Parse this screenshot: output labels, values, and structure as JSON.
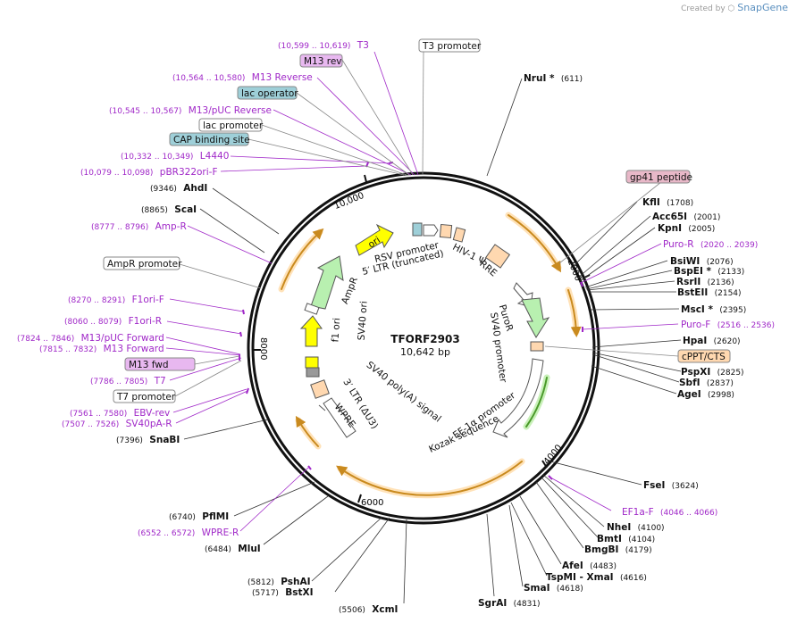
{
  "credit": {
    "prefix": "Created by",
    "brand": "SnapGene"
  },
  "plasmid": {
    "name": "TFORF2903",
    "length": "10,642 bp"
  },
  "colors": {
    "primer": "#a028c8",
    "enzyme_line": "#333333",
    "feature_orange": "#e8a33a",
    "feature_green": "#b8f0b0",
    "feature_yellow": "#ffff00",
    "box_m13": "#e8b8f0",
    "box_lac": "#9ecfd8",
    "box_gp41": "#e8b8c8",
    "box_cppt": "#ffd8b0"
  },
  "ticks": [
    "10,000",
    "2000",
    "4000",
    "6000",
    "8000"
  ],
  "enzymes": [
    {
      "name": "NruI *",
      "pos": "(611)"
    },
    {
      "name": "KflI",
      "pos": "(1708)"
    },
    {
      "name": "Acc65I",
      "pos": "(2001)"
    },
    {
      "name": "KpnI",
      "pos": "(2005)"
    },
    {
      "name": "BsiWI",
      "pos": "(2076)"
    },
    {
      "name": "BspEI *",
      "pos": "(2133)"
    },
    {
      "name": "RsrII",
      "pos": "(2136)"
    },
    {
      "name": "BstEII",
      "pos": "(2154)"
    },
    {
      "name": "MscI *",
      "pos": "(2395)"
    },
    {
      "name": "HpaI",
      "pos": "(2620)"
    },
    {
      "name": "PspXI",
      "pos": "(2825)"
    },
    {
      "name": "SbfI",
      "pos": "(2837)"
    },
    {
      "name": "AgeI",
      "pos": "(2998)"
    },
    {
      "name": "FseI",
      "pos": "(3624)"
    },
    {
      "name": "NheI",
      "pos": "(4100)"
    },
    {
      "name": "BmtI",
      "pos": "(4104)"
    },
    {
      "name": "BmgBI",
      "pos": "(4179)"
    },
    {
      "name": "AfeI",
      "pos": "(4483)"
    },
    {
      "name": "TspMI - XmaI",
      "pos": "(4616)"
    },
    {
      "name": "SmaI",
      "pos": "(4618)"
    },
    {
      "name": "SgrAI",
      "pos": "(4831)"
    },
    {
      "name": "XcmI",
      "pos": "(5506)"
    },
    {
      "name": "BstXI",
      "pos": "(5717)"
    },
    {
      "name": "PshAI",
      "pos": "(5812)"
    },
    {
      "name": "MluI",
      "pos": "(6484)"
    },
    {
      "name": "PflMI",
      "pos": "(6740)"
    },
    {
      "name": "SnaBI",
      "pos": "(7396)"
    },
    {
      "name": "ScaI",
      "pos": "(8865)"
    },
    {
      "name": "AhdI",
      "pos": "(9346)"
    }
  ],
  "primers": [
    {
      "name": "T3",
      "range": "(10,599 .. 10,619)"
    },
    {
      "name": "M13 Reverse",
      "range": "(10,564 .. 10,580)"
    },
    {
      "name": "M13/pUC Reverse",
      "range": "(10,545 .. 10,567)"
    },
    {
      "name": "L4440",
      "range": "(10,332 .. 10,349)"
    },
    {
      "name": "pBR322ori-F",
      "range": "(10,079 .. 10,098)"
    },
    {
      "name": "Amp-R",
      "range": "(8777 .. 8796)"
    },
    {
      "name": "F1ori-F",
      "range": "(8270 .. 8291)"
    },
    {
      "name": "F1ori-R",
      "range": "(8060 .. 8079)"
    },
    {
      "name": "M13/pUC Forward",
      "range": "(7824 .. 7846)"
    },
    {
      "name": "M13 Forward",
      "range": "(7815 .. 7832)"
    },
    {
      "name": "T7",
      "range": "(7786 .. 7805)"
    },
    {
      "name": "EBV-rev",
      "range": "(7561 .. 7580)"
    },
    {
      "name": "SV40pA-R",
      "range": "(7507 .. 7526)"
    },
    {
      "name": "WPRE-R",
      "range": "(6552 .. 6572)"
    },
    {
      "name": "Puro-R",
      "range": "(2020 .. 2039)"
    },
    {
      "name": "Puro-F",
      "range": "(2516 .. 2536)"
    },
    {
      "name": "EF1a-F",
      "range": "(4046 .. 4066)"
    }
  ],
  "boxes": {
    "t3_promoter": "T3 promoter",
    "m13_rev": "M13 rev",
    "lac_operator": "lac operator",
    "lac_promoter": "lac promoter",
    "cap_site": "CAP binding site",
    "ampr_promoter": "AmpR promoter",
    "m13_fwd": "M13 fwd",
    "t7_promoter": "T7 promoter",
    "gp41": "gp41 peptide",
    "cppt": "cPPT/CTS"
  },
  "inner_features": {
    "rsv": "RSV promoter",
    "ltr5": "5′ LTR (truncated)",
    "hiv": "HIV-1 Ψ",
    "rre": "RRE",
    "ori": "ori",
    "ampr": "AmpR",
    "f1": "f1 ori",
    "sv40ori": "SV40 ori",
    "puror": "PuroR",
    "sv40prom": "SV40 promoter",
    "ef1a": "EF-1α promoter",
    "kozak": "Kozak sequence",
    "sv40polya": "SV40 poly(A) signal",
    "ltr3": "3′ LTR (ΔU3)",
    "wpre": "WPRE"
  }
}
